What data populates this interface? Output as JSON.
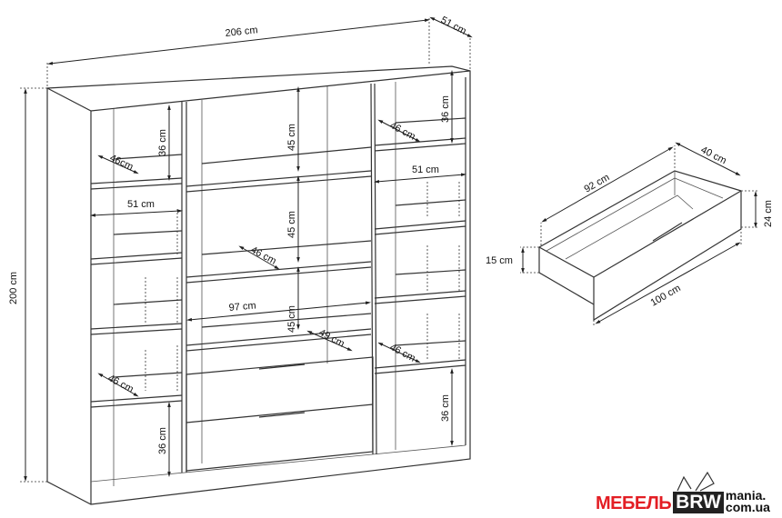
{
  "wardrobe": {
    "width": "206 cm",
    "depth": "51 cm",
    "height": "200 cm",
    "shelf_height_top_left": "36 cm",
    "shelf_depth_left_top": "46cm",
    "inner_depth_left": "51 cm",
    "middle_height_1": "45 cm",
    "middle_height_2": "45 cm",
    "middle_height_3": "45 cm",
    "middle_shelf_depth": "46 cm",
    "middle_width": "97 cm",
    "drawer_area_depth": "49 cm",
    "left_bottom_shelf_depth": "46 cm",
    "left_bottom_height": "36 cm",
    "right_top_height": "36 cm",
    "right_top_depth": "46 cm",
    "right_inner_depth": "51 cm",
    "right_lower_depth": "46 cm",
    "right_bottom_height": "36 cm"
  },
  "drawer": {
    "inner_length": "92 cm",
    "depth": "40 cm",
    "front_height": "24 cm",
    "side_height": "15 cm",
    "front_length": "100 cm"
  },
  "logo": {
    "part1": "МЕБЕЛЬ",
    "part2": "BRW",
    "part3": "mania.",
    "part4": "com.ua"
  }
}
